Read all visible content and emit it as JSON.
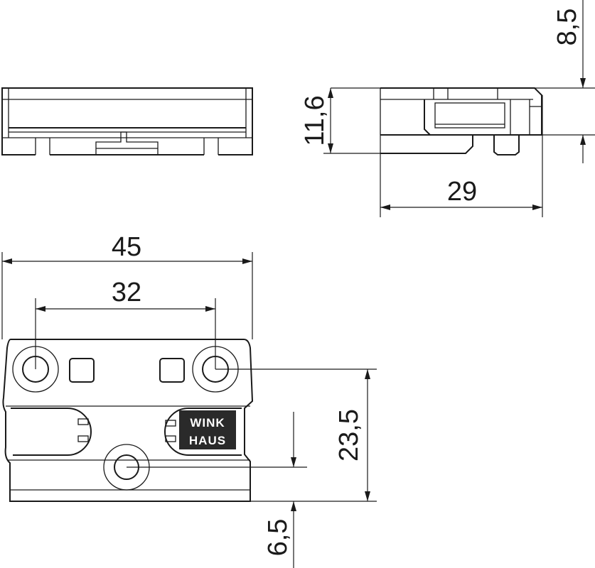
{
  "drawing": {
    "dimensions": {
      "height_side": "8,5",
      "height_front": "11,6",
      "depth": "29",
      "overall_width": "45",
      "hole_spacing": "32",
      "hole_vertical_distance": "23,5",
      "bottom_hole_offset": "6,5"
    },
    "logo_text": [
      "WINK",
      "HAUS"
    ],
    "line_color": "#1a1a1a"
  }
}
